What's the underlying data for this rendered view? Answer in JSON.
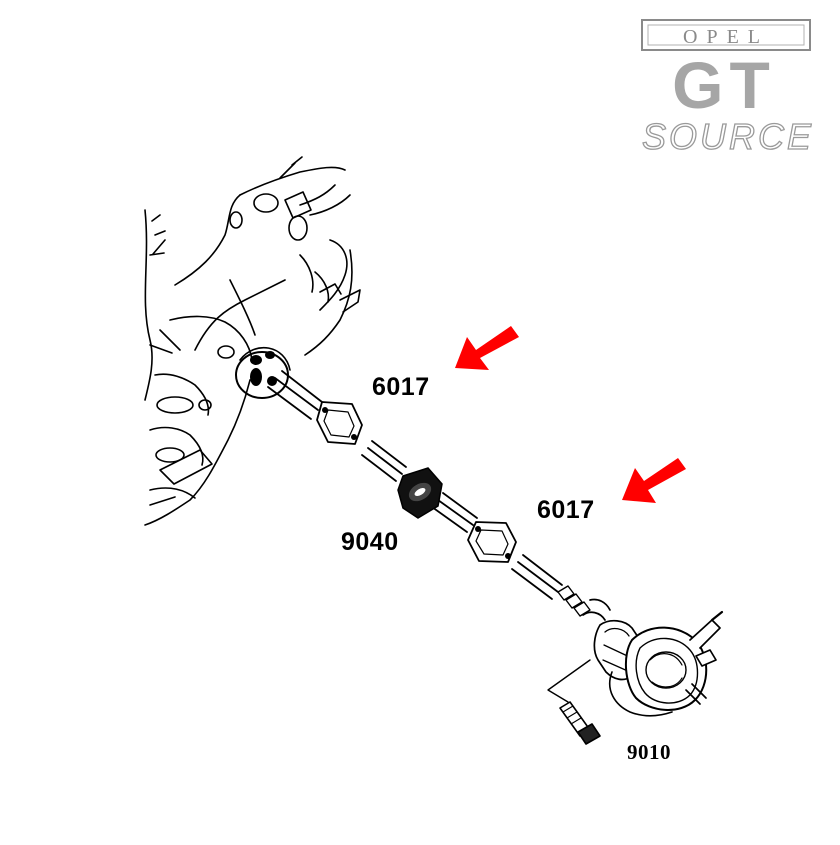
{
  "logo": {
    "brand": "OPEL",
    "model": "GT",
    "tagline": "SOURCE",
    "text_color": "#9a9a9a"
  },
  "callouts": [
    {
      "id": "gasket-upper",
      "part_number": "6017",
      "arrow_color": "#ff0000"
    },
    {
      "id": "spacer",
      "part_number": "9040"
    },
    {
      "id": "gasket-lower",
      "part_number": "6017",
      "arrow_color": "#ff0000"
    },
    {
      "id": "fuel-pump",
      "part_number": "9010"
    }
  ],
  "colors": {
    "line": "#000000",
    "arrow": "#ff0000",
    "background": "#ffffff"
  }
}
